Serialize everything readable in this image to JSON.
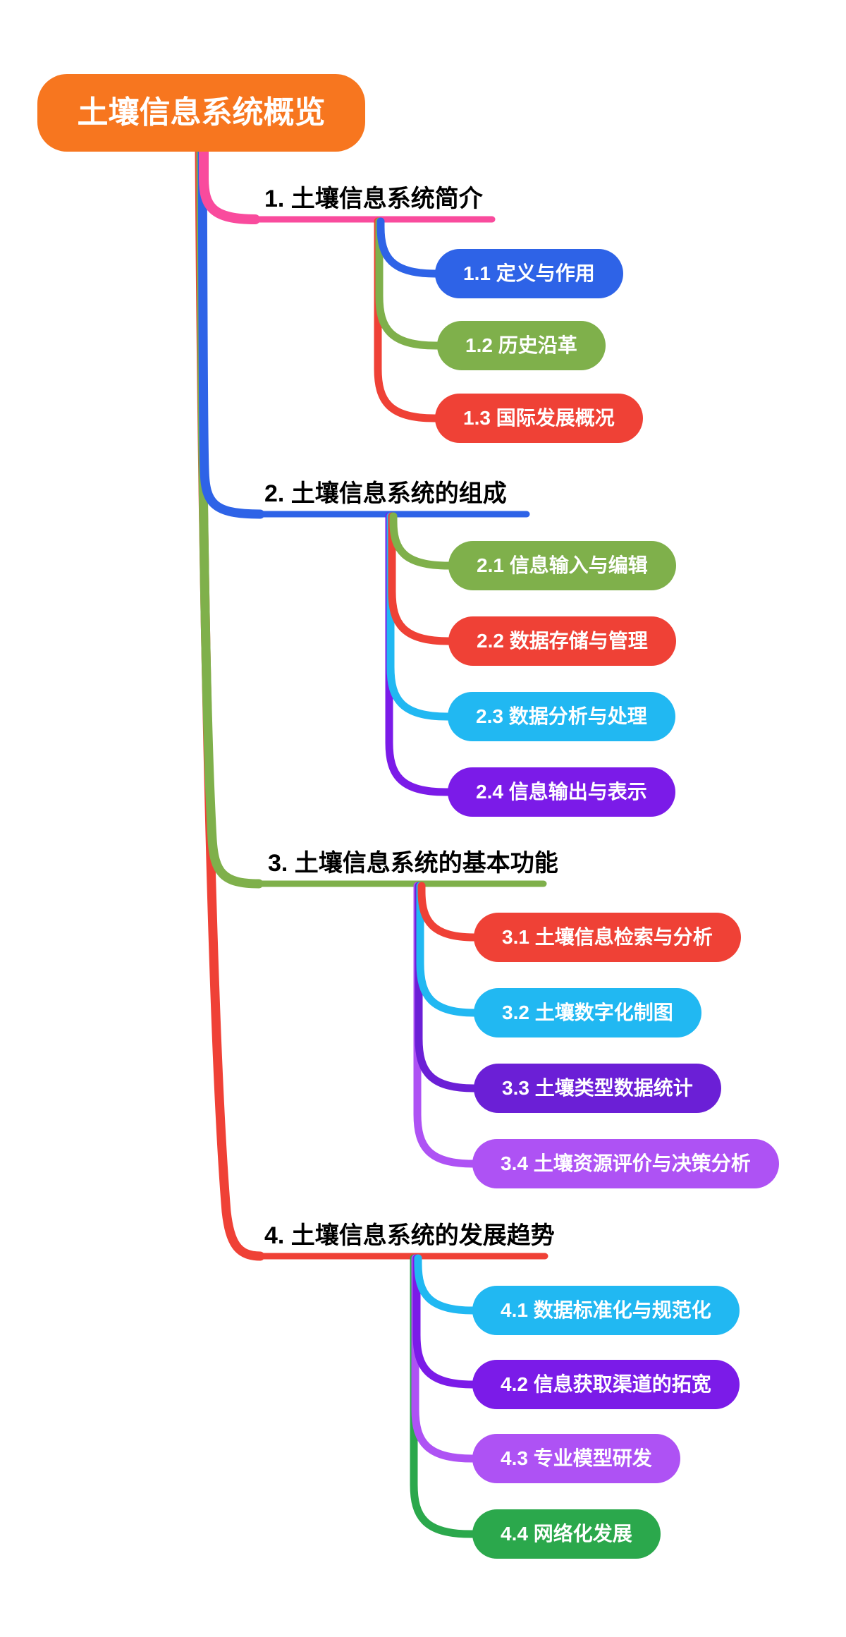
{
  "root": {
    "label": "土壤信息系统概览",
    "color": "#F7761F",
    "text_color": "#FFFFFF"
  },
  "branches": [
    {
      "label": "1. 土壤信息系统简介",
      "color": "#F94B9D",
      "children": [
        {
          "label": "1.1 定义与作用",
          "color": "#2E63E7"
        },
        {
          "label": "1.2 历史沿革",
          "color": "#7FB04B"
        },
        {
          "label": "1.3 国际发展概况",
          "color": "#EF4136"
        }
      ]
    },
    {
      "label": "2. 土壤信息系统的组成",
      "color": "#2E63E7",
      "children": [
        {
          "label": "2.1 信息输入与编辑",
          "color": "#7FB04B"
        },
        {
          "label": "2.2 数据存储与管理",
          "color": "#EF4136"
        },
        {
          "label": "2.3 数据分析与处理",
          "color": "#21B8F2"
        },
        {
          "label": "2.4 信息输出与表示",
          "color": "#7B1BE8"
        }
      ]
    },
    {
      "label": "3. 土壤信息系统的基本功能",
      "color": "#7FB04B",
      "children": [
        {
          "label": "3.1 土壤信息检索与分析",
          "color": "#EF4136"
        },
        {
          "label": "3.2 土壤数字化制图",
          "color": "#21B8F2"
        },
        {
          "label": "3.3 土壤类型数据统计",
          "color": "#6B1FD6"
        },
        {
          "label": "3.4 土壤资源评价与决策分析",
          "color": "#AE52F4"
        }
      ]
    },
    {
      "label": "4. 土壤信息系统的发展趋势",
      "color": "#EF4136",
      "children": [
        {
          "label": "4.1 数据标准化与规范化",
          "color": "#21B8F2"
        },
        {
          "label": "4.2 信息获取渠道的拓宽",
          "color": "#7B1BE8"
        },
        {
          "label": "4.3 专业模型研发",
          "color": "#AE52F4"
        },
        {
          "label": "4.4 网络化发展",
          "color": "#2BA84C"
        }
      ]
    }
  ]
}
